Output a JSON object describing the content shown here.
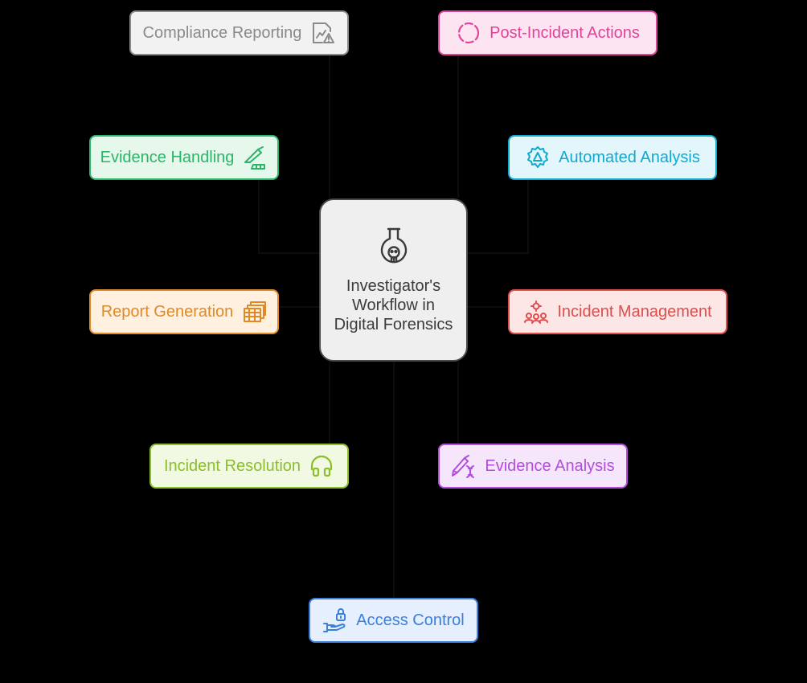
{
  "center": {
    "title": "Investigator's Workflow in Digital Forensics",
    "icon": "flask-skull-icon",
    "border": "#4a4a4a",
    "fill": "#efefef"
  },
  "nodes": {
    "compliance": {
      "label": "Compliance Reporting",
      "icon": "chart-warning-icon",
      "color": "#8a8a8a",
      "fill": "#f2f2f2"
    },
    "post": {
      "label": "Post-Incident Actions",
      "icon": "dashed-circle-icon",
      "color": "#e0449a",
      "fill": "#fde4f1"
    },
    "evhand": {
      "label": "Evidence Handling",
      "icon": "scalpel-icon",
      "color": "#2bb56a",
      "fill": "#e6f7ec"
    },
    "auto": {
      "label": "Automated Analysis",
      "icon": "gear-alert-icon",
      "color": "#12a9cf",
      "fill": "#e2f6fc"
    },
    "report": {
      "label": "Report Generation",
      "icon": "stacked-report-icon",
      "color": "#e08a27",
      "fill": "#fff0df"
    },
    "incman": {
      "label": "Incident Management",
      "icon": "team-gear-icon",
      "color": "#e04d4d",
      "fill": "#fde6e6"
    },
    "incres": {
      "label": "Incident Resolution",
      "icon": "headset-icon",
      "color": "#8cbd2a",
      "fill": "#f1f9e3"
    },
    "evana": {
      "label": "Evidence Analysis",
      "icon": "pen-dna-icon",
      "color": "#b24ddb",
      "fill": "#f6e6fc"
    },
    "access": {
      "label": "Access Control",
      "icon": "hand-lock-icon",
      "color": "#3c7fdb",
      "fill": "#e5effd"
    }
  }
}
